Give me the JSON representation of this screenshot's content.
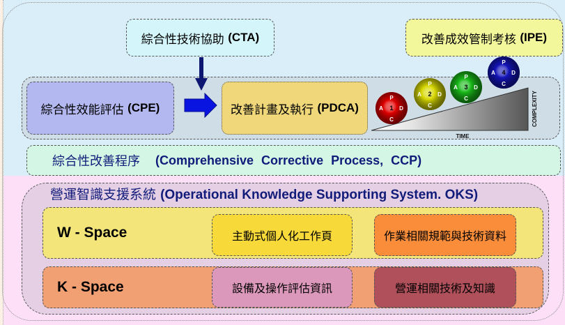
{
  "diagram": {
    "cta": {
      "zh": "綜合性技術協助",
      "en": "(CTA)"
    },
    "ipe": {
      "zh": "改善成效管制考核",
      "en": "(IPE)"
    },
    "cpe": {
      "zh": "綜合性效能評估",
      "en": "(CPE)"
    },
    "pdca_plan": {
      "zh": "改善計畫及執行",
      "en": "(PDCA)"
    },
    "ccp": {
      "zh": "綜合性改善程序",
      "en": "(Comprehensive Corrective Process, CCP)"
    },
    "oks": {
      "zh": "營運智識支援系統",
      "en": "(Operational Knowledge Supporting System. OKS)"
    },
    "w_space": {
      "label": "W - Space",
      "items": [
        "主動式個人化工作頁",
        "作業相關規範與技術資料"
      ]
    },
    "k_space": {
      "label": "K - Space",
      "items": [
        "設備及操作評估資訊",
        "營運相關技術及知識"
      ]
    },
    "pdca_graphic": {
      "x_axis": "TIME",
      "y_axis": "COMPLEXITY",
      "cycles": [
        {
          "number": "1",
          "color": "#e00000",
          "letters": {
            "top": "P",
            "right": "D",
            "bottom": "C",
            "left": "A"
          }
        },
        {
          "number": "2",
          "color": "#d8d800",
          "letters": {
            "top": "P",
            "right": "D",
            "bottom": "C",
            "left": "A"
          }
        },
        {
          "number": "3",
          "color": "#1aba1a",
          "letters": {
            "top": "P",
            "right": "D",
            "bottom": "C",
            "left": "A"
          }
        },
        {
          "number": "4",
          "color": "#1414b8",
          "letters": {
            "top": "P",
            "right": "D",
            "bottom": "C",
            "left": "A"
          }
        }
      ]
    }
  },
  "colors": {
    "title_blue": "#101b7a",
    "arrow_navy": "#0d1670",
    "arrow_blue": "#0a14e0"
  }
}
